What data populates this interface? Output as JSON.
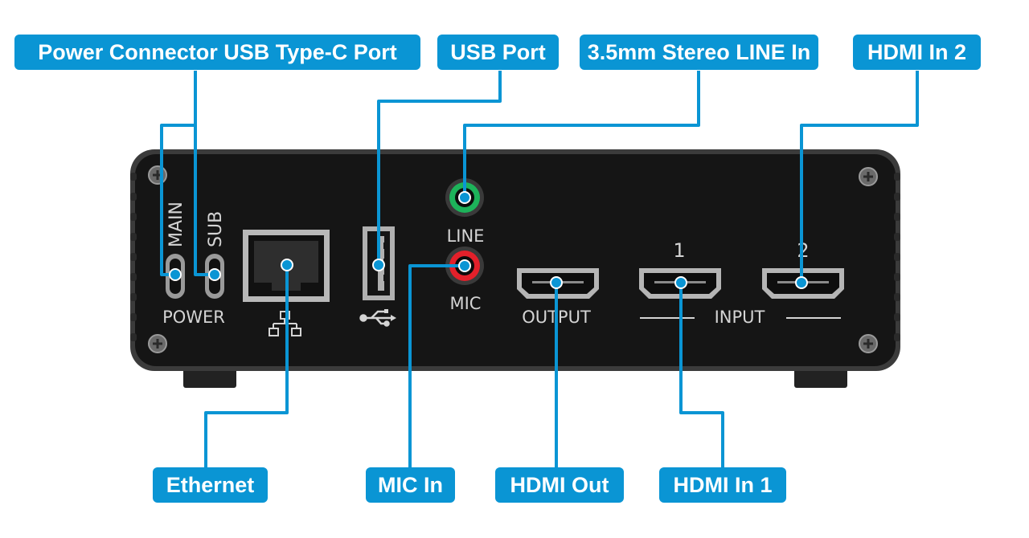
{
  "callouts": {
    "power_connector": "Power Connector USB Type-C Port",
    "usb_port": "USB Port",
    "line_in": "3.5mm Stereo LINE In",
    "hdmi_in_2": "HDMI In 2",
    "ethernet": "Ethernet",
    "mic_in": "MIC In",
    "hdmi_out": "HDMI Out",
    "hdmi_in_1": "HDMI In 1"
  },
  "panel_labels": {
    "main": "MAIN",
    "sub": "SUB",
    "power": "POWER",
    "line": "LINE",
    "mic": "MIC",
    "output": "OUTPUT",
    "input": "INPUT",
    "input_1": "1",
    "input_2": "2"
  },
  "colors": {
    "callout": "#0a95d4",
    "device_body": "#151515",
    "panel_text": "#d4d4d4",
    "line_jack": "#1db35a",
    "mic_jack": "#e3202a"
  }
}
